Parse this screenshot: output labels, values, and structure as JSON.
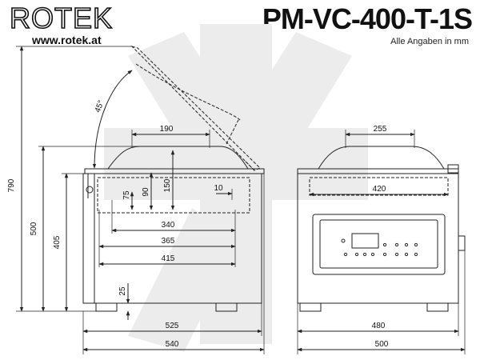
{
  "brand": {
    "logo": "ROTEK",
    "url": "www.rotek.at"
  },
  "title": "PM-VC-400-T-1S",
  "subtitle": "Alle Angaben in mm",
  "side_view": {
    "dims": {
      "height_open": "790",
      "height_total": "500",
      "height_body": "405",
      "lid_angle": "45°",
      "lid_width": "190",
      "chamber_depth_a": "75",
      "chamber_depth_b": "90",
      "chamber_depth_c": "150",
      "edge": "10",
      "inner_340": "340",
      "inner_365": "365",
      "inner_415": "415",
      "foot_height": "25",
      "width_525": "525",
      "width_540": "540"
    }
  },
  "front_view": {
    "dims": {
      "lid_width": "255",
      "chamber_width": "420",
      "width_480": "480",
      "width_500": "500"
    }
  },
  "colors": {
    "line": "#222222",
    "watermark": "#ececec"
  }
}
